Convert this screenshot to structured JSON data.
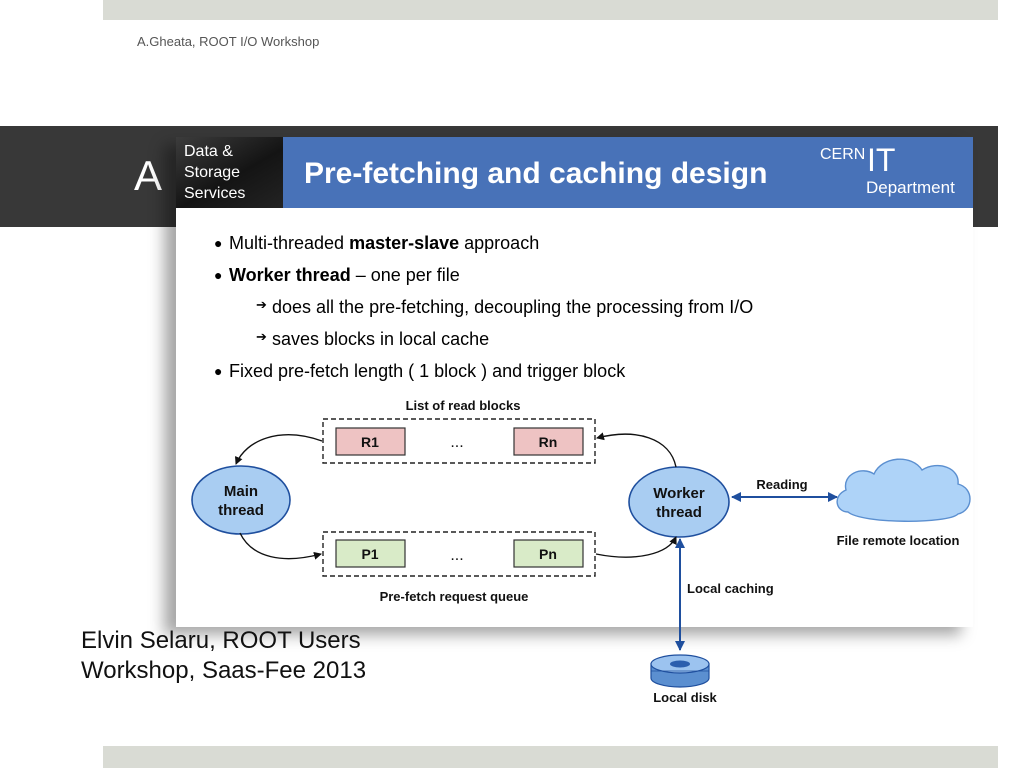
{
  "header": {
    "credit": "A.Gheata, ROOT I/O Workshop"
  },
  "background_title": "A",
  "slide": {
    "dss_lines": [
      "Data &",
      "Storage",
      "Services"
    ],
    "title": "Pre-fetching and caching design",
    "logo": {
      "cern": "CERN",
      "it": "IT",
      "department": "Department"
    },
    "bullets": [
      {
        "pre": "Multi-threaded ",
        "bold": "master-slave",
        "post": " approach"
      },
      {
        "pre": "",
        "bold": "Worker thread",
        "post": " – one per file"
      },
      {
        "text": "does all the pre-fetching, decoupling the processing from I/O"
      },
      {
        "text": "saves blocks in local cache"
      },
      {
        "text": "Fixed pre-fetch length ( 1 block ) and trigger block"
      }
    ],
    "diagram": {
      "read_list_label": "List of read blocks",
      "read_blocks": [
        "R1",
        "Rn"
      ],
      "prefetch_queue_label": "Pre-fetch request queue",
      "prefetch_blocks": [
        "P1",
        "Pn"
      ],
      "ellipsis": "...",
      "main_thread": [
        "Main",
        "thread"
      ],
      "worker_thread": [
        "Worker",
        "thread"
      ],
      "reading_label": "Reading",
      "file_remote_label": "File remote location",
      "local_caching_label": "Local caching",
      "local_disk_label": "Local disk"
    }
  },
  "presenter": [
    "Elvin Selaru, ROOT Users",
    "Workshop, Saas-Fee 2013"
  ],
  "colors": {
    "slide_header": "#4872b8",
    "thread_fill": "#a9cdf2",
    "cloud_fill": "#aed3f8",
    "read_block_fill": "#eec3c3",
    "prefetch_block_fill": "#d9ebc8",
    "arrow_blue": "#1f4f9e"
  }
}
